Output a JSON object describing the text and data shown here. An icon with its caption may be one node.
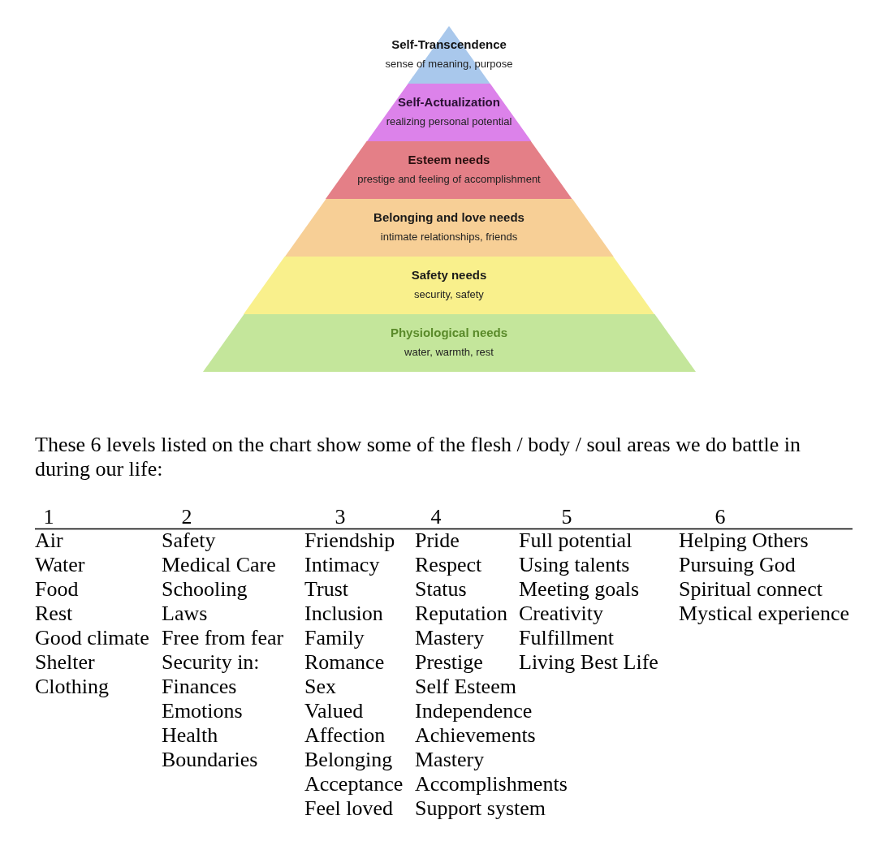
{
  "diagram": {
    "nodes": [
      {
        "text": [
          "Self-Transcendence",
          "sense of meaning, purpose"
        ]
      },
      {
        "text": [
          "Self-Actualization",
          "realizing personal potential"
        ]
      },
      {
        "text": [
          "Esteem needs",
          "prestige and feeling of accomplishment"
        ]
      },
      {
        "text": [
          "Belonging and love needs",
          "intimate relationships, friends"
        ]
      },
      {
        "text": [
          "Safety needs",
          "security, safety"
        ]
      },
      {
        "text": [
          "Physiological needs",
          "water, warmth, rest"
        ]
      }
    ],
    "labels": [
      "These 6 levels listed on the chart show some of the flesh / body / soul areas we do battle in during our life:",
      "1",
      "2",
      "3",
      "4",
      "5",
      "6",
      "Air",
      "Safety",
      "Friendship",
      "Pride",
      "Full potential",
      "Helping Others",
      "Water",
      "Medical Care",
      "Intimacy",
      "Respect",
      "Using talents",
      "Pursuing God",
      "Food",
      "Schooling",
      "Trust",
      "Status",
      "Meeting goals",
      "Spiritual connect",
      "Rest",
      "Laws",
      "Inclusion",
      "Reputation",
      "Creativity",
      "Mystical experience",
      "Good climate",
      "Free from fear",
      "Family",
      "Mastery",
      "Fulfillment",
      "Shelter",
      "Security in:",
      "Romance",
      "Prestige",
      "Living Best Life",
      "Clothing",
      "Finances",
      "Sex",
      "Self Esteem",
      "Emotions",
      "Valued",
      "Independence",
      "Health",
      "Affection",
      "Achievements",
      "Boundaries",
      "Belonging",
      "Mastery",
      "Acceptance",
      "Accomplishments",
      "Feel loved",
      "Support system"
    ]
  }
}
